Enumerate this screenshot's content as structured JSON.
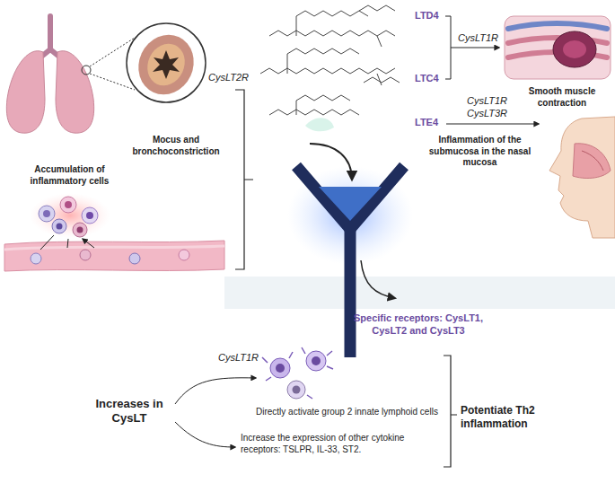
{
  "diagram": {
    "labels": [
      "LTD4",
      "CysLT1R",
      "LTC4",
      "Smooth muscle contraction",
      "Mocus and bronchoconstriction",
      "CysLT2R",
      "CysLT1R",
      "CysLT3R",
      "LTE4",
      "Inflammation of the submucosa in the nasal mucosa",
      "Accumulation of inflammatory cells",
      "Specific receptors: CysLT1, CysLT2 and CysLT3",
      "CysLT1R",
      "Increases in CysLT",
      "Directly activate group 2 innate lymphoid cells",
      "Increase the expression of other cytokine receptors: TSLPR, IL-33, ST2.",
      "Potentiate Th2 inflammation"
    ]
  }
}
